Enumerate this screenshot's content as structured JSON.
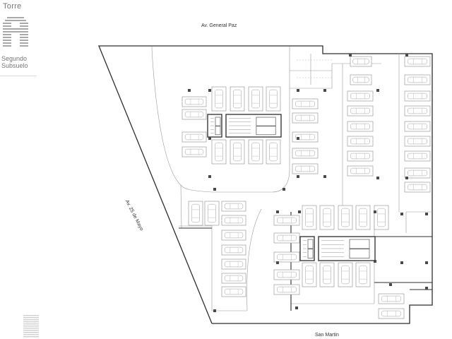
{
  "sidebar": {
    "building_label": "Torre",
    "level_line1": "Segundo",
    "level_line2": "Subsuelo",
    "logo_icon": "tower-stripes-logo-icon"
  },
  "streets": {
    "top": "Av. General Paz",
    "left": "Av. 25 de Mayo",
    "bottom": "San Martin"
  },
  "colors": {
    "wall": "#2e2e2e",
    "spot": "#8a8a8a",
    "core": "#3a3a3a",
    "logo": "#a9a9a9"
  }
}
